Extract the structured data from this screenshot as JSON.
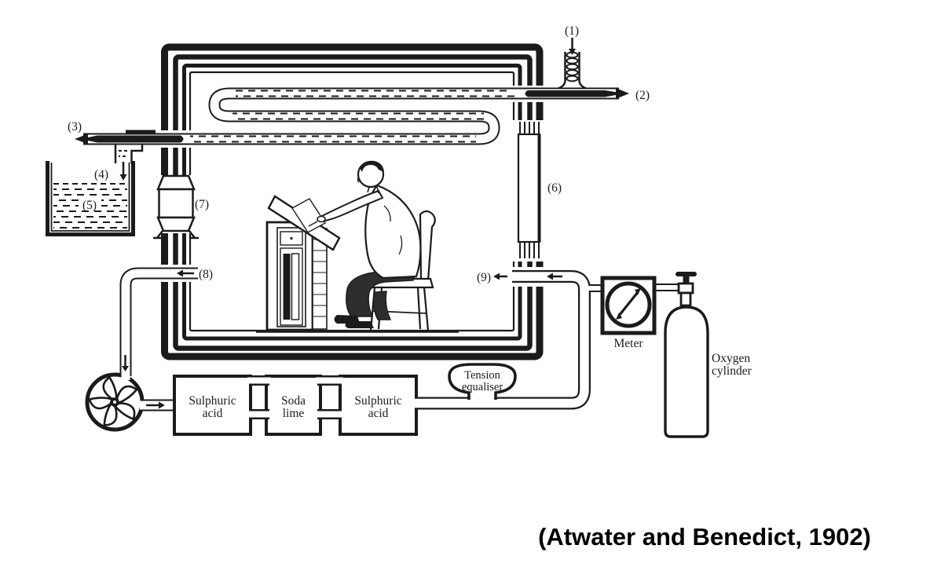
{
  "figure": {
    "citation": "(Atwater and Benedict, 1902)",
    "colors": {
      "ink": "#1b1b1b",
      "paper": "#ffffff"
    },
    "callouts": {
      "n1": "(1)",
      "n2": "(2)",
      "n3": "(3)",
      "n4": "(4)",
      "n5": "(5)",
      "n6": "(6)",
      "n7": "(7)",
      "n8": "(8)",
      "n9": "(9)"
    },
    "labels": {
      "absorber1_line1": "Sulphuric",
      "absorber1_line2": "acid",
      "absorber2_line1": "Soda",
      "absorber2_line2": "lime",
      "absorber3_line1": "Sulphuric",
      "absorber3_line2": "acid",
      "tension_line1": "Tension",
      "tension_line2": "equaliser",
      "meter": "Meter",
      "oxygen_line1": "Oxygen",
      "oxygen_line2": "cylinder"
    }
  }
}
